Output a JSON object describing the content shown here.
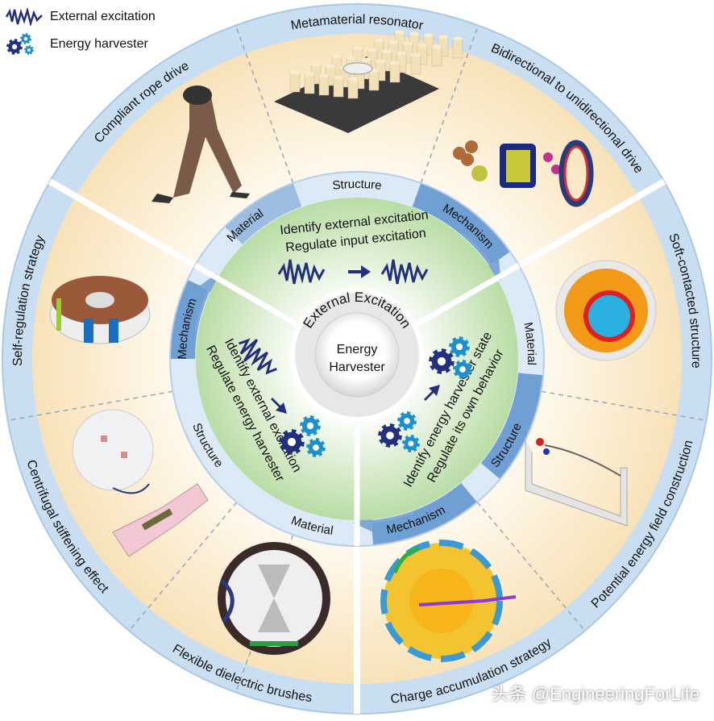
{
  "legend": {
    "excitation": "External excitation",
    "harvester": "Energy harvester"
  },
  "outer_ring": [
    "Metamaterial resonator",
    "Bidirectional to unidirectional drive",
    "Soft-contacted structure",
    "Potential energy field construction",
    "Charge accumulation strategy",
    "Flexible dielectric brushes",
    "Centrifugal stiffening effect",
    "Self-regulation strategy",
    "Compliant rope drive"
  ],
  "inner_ring": {
    "top": {
      "material": "Material",
      "structure": "Structure",
      "mechanism": "Mechanism"
    },
    "right": {
      "material": "Material",
      "structure": "Structure",
      "mechanism": "Mechanism"
    },
    "left": {
      "mechanism": "Mechanism",
      "structure": "Structure",
      "material": "Material"
    }
  },
  "sectors": {
    "top": {
      "line1": "Identify external excitation",
      "line2": "Regulate input excitation"
    },
    "left": {
      "line1": "Identify external excitation",
      "line2": "Regulate energy harvester"
    },
    "right": {
      "line1": "Identify energy harvester state",
      "line2": "Regulate its own behavior"
    }
  },
  "center": {
    "ring_label": "External Excitation",
    "title_line1": "Energy",
    "title_line2": "Harvester"
  },
  "watermark": "头条 @EngineeringForLife",
  "colors": {
    "outer_ring": "#c9dff1",
    "outer_ring_edge": "#a9c8e6",
    "inner_ring": "#dce9f6",
    "inner_ring_dark": "#7ea8d6",
    "sector_bg": "#fbecd0",
    "inner_green": "#c7e3b4",
    "wave": "#24307a",
    "gear_dark": "#22307e",
    "gear_light": "#1b8fd0"
  },
  "icons": {
    "excitation": "wave-icon",
    "harvester": "gears-icon"
  }
}
